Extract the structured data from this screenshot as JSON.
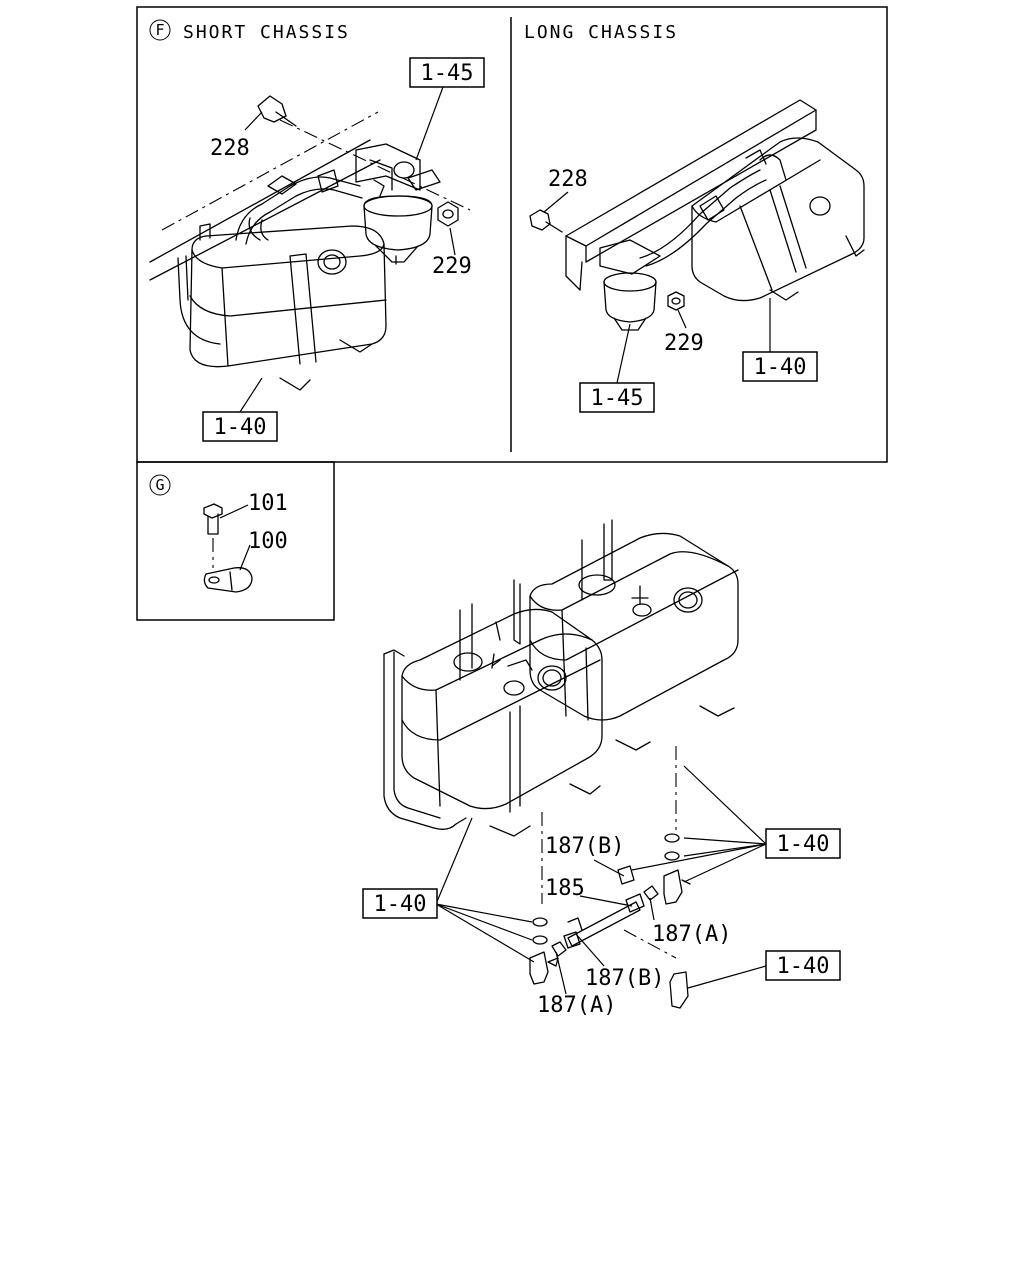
{
  "sections": {
    "F": {
      "marker": "F",
      "title": "SHORT CHASSIS"
    },
    "long": {
      "title": "LONG CHASSIS"
    },
    "G": {
      "marker": "G"
    }
  },
  "labels": {
    "f_ref_145": "1-45",
    "f_228": "228",
    "f_229": "229",
    "f_ref_140": "1-40",
    "l_228": "228",
    "l_229": "229",
    "l_ref_140": "1-40",
    "l_ref_145": "1-45",
    "g_101": "101",
    "g_100": "100",
    "m_ref_140_right": "1-40",
    "m_ref_140_left": "1-40",
    "m_ref_140_bottom": "1-40",
    "m_187b_top": "187(B)",
    "m_185": "185",
    "m_187a_right": "187(A)",
    "m_187b_bottom": "187(B)",
    "m_187a_bottom": "187(A)"
  }
}
